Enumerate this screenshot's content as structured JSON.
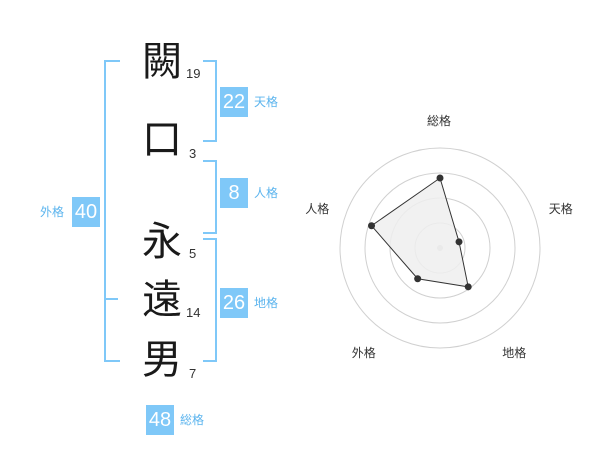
{
  "characters": [
    {
      "char": "闕",
      "strokes": "19"
    },
    {
      "char": "口",
      "strokes": "3"
    },
    {
      "char": "永",
      "strokes": "5"
    },
    {
      "char": "遠",
      "strokes": "14"
    },
    {
      "char": "男",
      "strokes": "7"
    }
  ],
  "kakusu": {
    "tenkaku": {
      "value": "22",
      "label": "天格"
    },
    "jinkaku": {
      "value": "8",
      "label": "人格"
    },
    "chikaku": {
      "value": "26",
      "label": "地格"
    },
    "gaikaku": {
      "value": "40",
      "label": "外格"
    },
    "soukaku": {
      "value": "48",
      "label": "総格"
    }
  },
  "chart_data": {
    "type": "radar",
    "axes": [
      "総格",
      "天格",
      "地格",
      "外格",
      "人格"
    ],
    "values": [
      3.5,
      1.0,
      2.4,
      1.9,
      3.6
    ],
    "max": 5,
    "rings": 4,
    "colors": {
      "fill": "#eeeeee",
      "stroke": "#333333",
      "ring": "#d0d0d0",
      "accent": "#7fc8f8"
    }
  }
}
